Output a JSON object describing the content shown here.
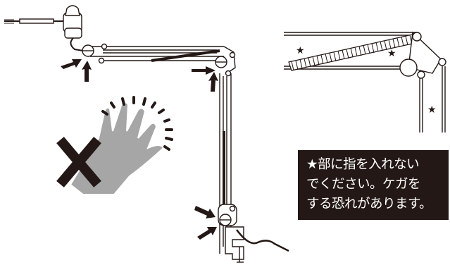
{
  "warning": {
    "lines": [
      "★部に指を入れない",
      "でください。ケガを",
      "する恐れがあります。"
    ]
  },
  "detail": {
    "markers": [
      "★",
      "★",
      "★"
    ]
  },
  "colors": {
    "ink": "#231815",
    "hand_fill": "#a6a6a6",
    "cross": "#231815",
    "background": "#ffffff"
  },
  "icons": [
    "hand-icon",
    "prohibited-cross-icon",
    "pointer-arrow-icon"
  ]
}
